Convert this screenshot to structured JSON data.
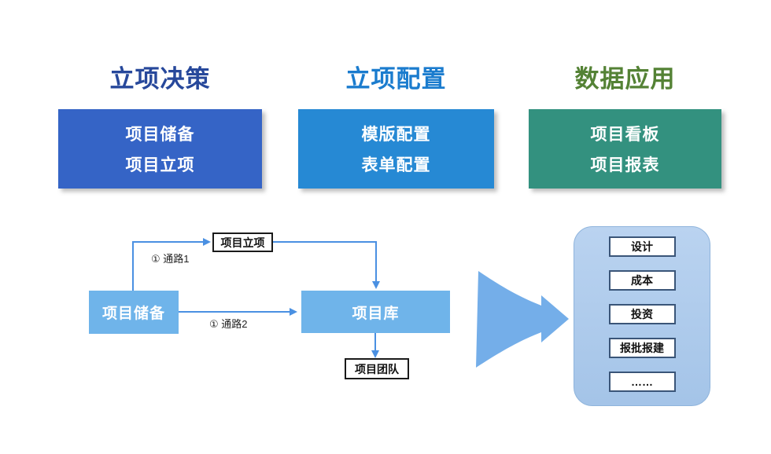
{
  "columns": [
    {
      "title": "立项决策",
      "items": [
        "项目储备",
        "项目立项"
      ]
    },
    {
      "title": "立项配置",
      "items": [
        "模版配置",
        "表单配置"
      ]
    },
    {
      "title": "数据应用",
      "items": [
        "项目看板",
        "项目报表"
      ]
    }
  ],
  "flowchart": {
    "reserve_node": "项目储备",
    "approval_node": "项目立项",
    "library_node": "项目库",
    "team_node": "项目团队",
    "path1_label": "① 通路1",
    "path2_label": "① 通路2"
  },
  "panel": {
    "items": [
      "设计",
      "成本",
      "投资",
      "报批报建",
      "……"
    ]
  },
  "colors": {
    "col1_title": "#27489B",
    "col2_title": "#1B7CCE",
    "col3_title": "#548235",
    "col1_box": "#3564C6",
    "col2_box": "#2689D4",
    "col3_box": "#33917F",
    "flow_node": "#6FB4EA",
    "flow_line": "#4A90E2",
    "funnel": "#74AEE9",
    "panel_top": "#BAD3F0",
    "panel_bottom": "#A4C4E8",
    "panel_border": "#8FB4DC",
    "item_border": "#3A5578"
  }
}
